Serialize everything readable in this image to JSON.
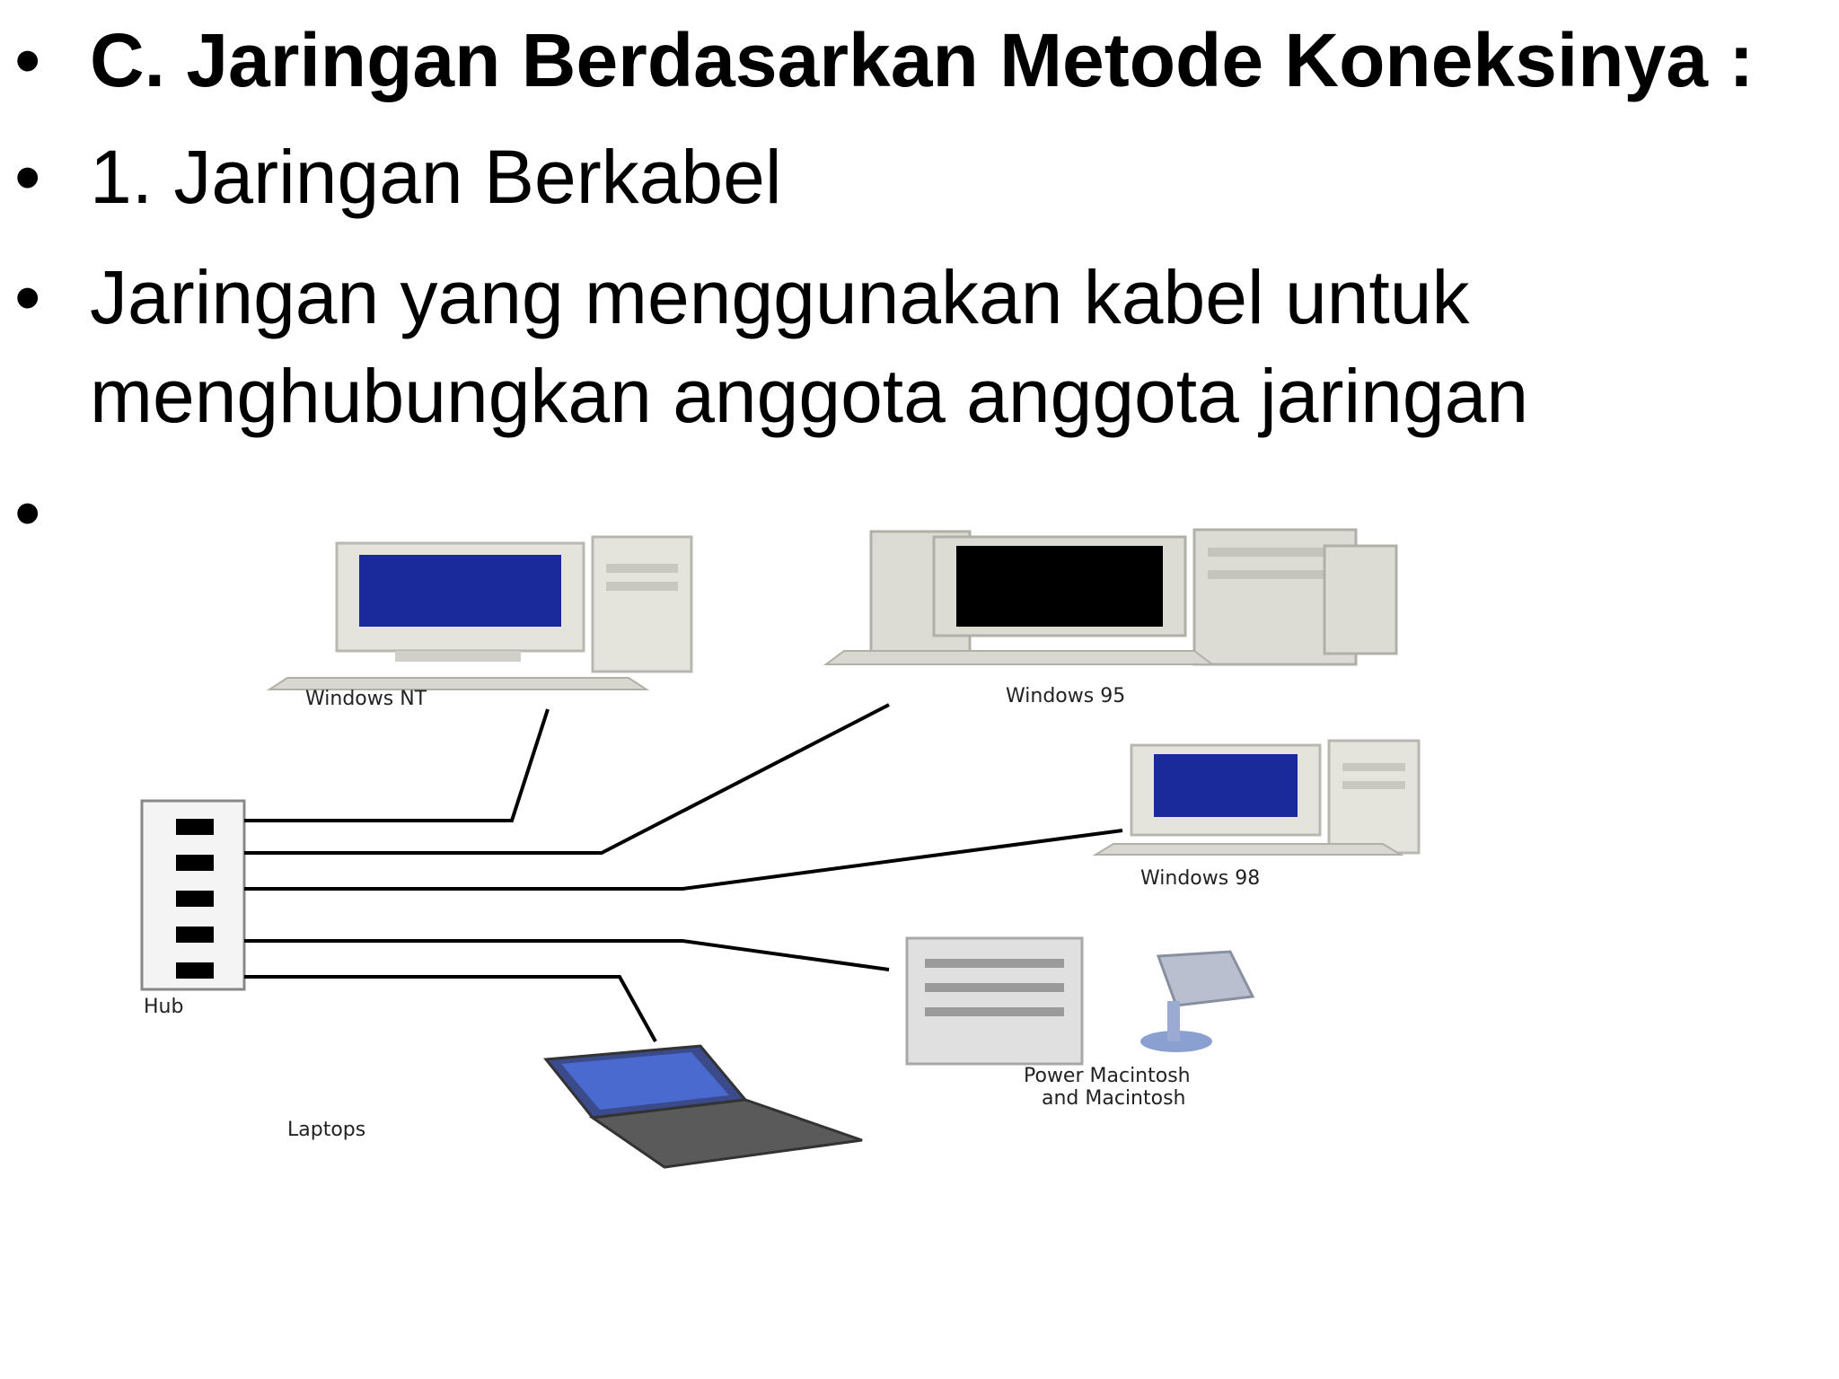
{
  "slide": {
    "heading": "C. Jaringan Berdasarkan Metode Koneksinya :",
    "subheading": "1. Jaringan Berkabel",
    "description_line1": "Jaringan yang menggunakan kabel untuk",
    "description_line2": "menghubungkan anggota anggota jaringan",
    "bullet_symbol": "•"
  },
  "diagram": {
    "hub_label": "Hub",
    "devices": [
      {
        "label": "Windows NT",
        "icon": "desktop-computer-icon"
      },
      {
        "label": "Windows 95",
        "icon": "desktop-computer-icon"
      },
      {
        "label": "Windows 98",
        "icon": "desktop-computer-icon"
      },
      {
        "label_line1": "Power Macintosh",
        "label_line2": "and Macintosh",
        "icon": "mac-computer-icon"
      },
      {
        "label": "Laptops",
        "icon": "laptop-icon"
      }
    ],
    "colors": {
      "screen": "#1a2a9a",
      "case": "#e4e4dc",
      "cable": "#000000"
    }
  }
}
